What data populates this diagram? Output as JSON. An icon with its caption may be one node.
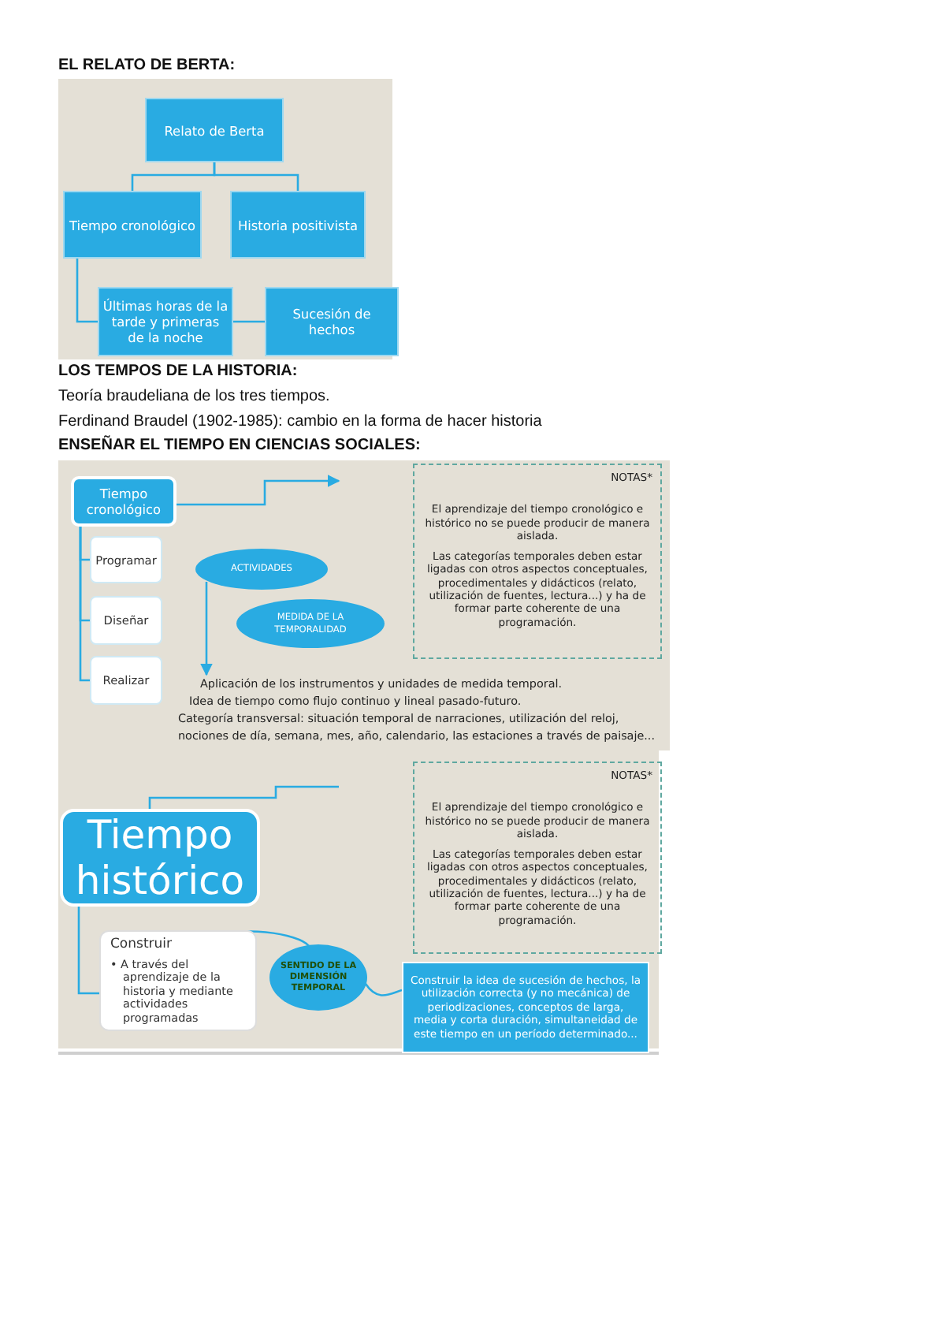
{
  "diagram": {
    "nodes": [
      {
        "text": [
          "Relato de Berta"
        ]
      },
      {
        "text": [
          "Tiempo cronológico"
        ]
      },
      {
        "text": [
          "Historia positivista"
        ]
      },
      {
        "text": [
          "Últimas horas de la tarde y primeras de la noche"
        ]
      },
      {
        "text": [
          "Sucesión de hechos"
        ]
      },
      {
        "text": [
          "Tiempo cronológico"
        ]
      },
      {
        "text": [
          "Programar"
        ]
      },
      {
        "text": [
          "Diseñar"
        ]
      },
      {
        "text": [
          "Realizar"
        ]
      },
      {
        "text": [
          "ACTIVIDADES"
        ]
      },
      {
        "text": [
          "MEDIDA DE LA TEMPORALIDAD"
        ]
      },
      {
        "text": [
          "NOTAS*",
          "El aprendizaje del tiempo cronológico e histórico no se puede producir de manera aislada.",
          "Las categorías temporales deben estar ligadas con otros aspectos conceptuales, procedimentales y didácticos (relato, utilización de fuentes, lectura...) y ha de formar parte coherente de una programación."
        ]
      },
      {
        "text": [
          "Tiempo histórico"
        ]
      },
      {
        "text": [
          "Construir",
          "• A través del aprendizaje de la historia y mediante actividades programadas"
        ]
      },
      {
        "text": [
          "SENTIDO DE LA DIMENSIÓN TEMPORAL"
        ]
      },
      {
        "text": [
          "NOTAS*",
          "El aprendizaje del tiempo cronológico e histórico no se puede producir de manera aislada.",
          "Las categorías temporales deben estar ligadas con otros aspectos conceptuales, procedimentales y didácticos (relato, utilización de fuentes, lectura...) y ha de formar parte coherente de una programación."
        ]
      },
      {
        "text": [
          "Construir la idea de sucesión de hechos, la utilización correcta (y no mecánica) de periodizaciones, conceptos de larga, media y corta duración, simultaneidad de este tiempo en un período determinado..."
        ]
      },
      {
        "text": [
          "Aplicación de los instrumentos y unidades de medida temporal.",
          "Idea de tiempo como flujo continuo y lineal pasado-futuro.",
          "Categoría transversal: situación temporal de narraciones, utilización del reloj, nociones de día, semana, mes, año, calendario, las estaciones a través de paisaje..."
        ]
      }
    ],
    "edges": [
      {
        "from": 0,
        "to": 1,
        "arrow": "none"
      },
      {
        "from": 0,
        "to": 2,
        "arrow": "none"
      },
      {
        "from": 1,
        "to": 3,
        "arrow": "none"
      },
      {
        "from": 3,
        "to": 4,
        "arrow": "none"
      },
      {
        "from": 5,
        "to": null,
        "arrow": "to"
      },
      {
        "from": 5,
        "to": 6,
        "arrow": "none"
      },
      {
        "from": 5,
        "to": 7,
        "arrow": "none"
      },
      {
        "from": 5,
        "to": 8,
        "arrow": "none"
      },
      {
        "from": 9,
        "to": 17,
        "arrow": "to"
      },
      {
        "from": null,
        "to": 12,
        "arrow": "none"
      },
      {
        "from": 12,
        "to": 13,
        "arrow": "none"
      },
      {
        "from": 13,
        "to": 14,
        "arrow": "none"
      },
      {
        "from": 14,
        "to": 16,
        "arrow": "none"
      }
    ],
    "labels": [
      "EL RELATO DE BERTA:",
      "LOS TEMPOS DE LA HISTORIA:",
      "Teoría braudeliana de los tres tiempos.",
      "Ferdinand Braudel (1902-1985): cambio en la forma de hacer historia",
      "ENSEÑAR EL TIEMPO EN CIENCIAS SOCIALES:"
    ]
  }
}
